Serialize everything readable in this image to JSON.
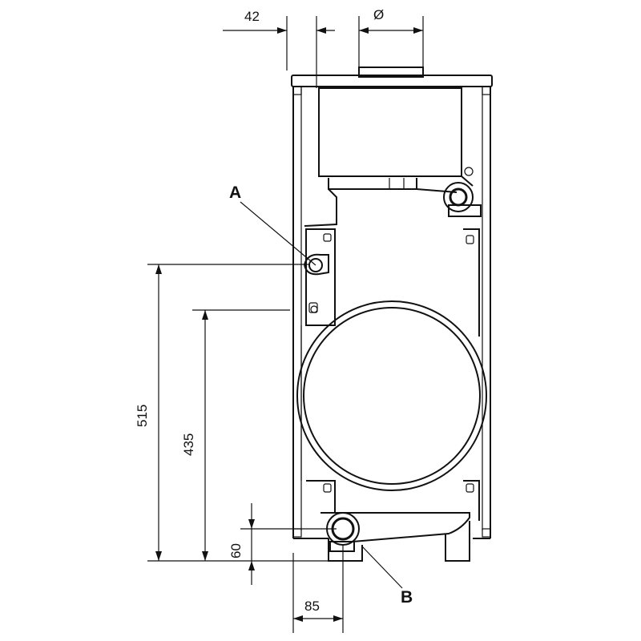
{
  "diagram": {
    "labels": {
      "connection_a": "A",
      "connection_b": "B"
    },
    "dimensions": {
      "top_offset": "42",
      "flue_diameter": "Ø",
      "height_a": "515",
      "height_mid": "435",
      "height_b": "60",
      "width_b": "85"
    }
  }
}
